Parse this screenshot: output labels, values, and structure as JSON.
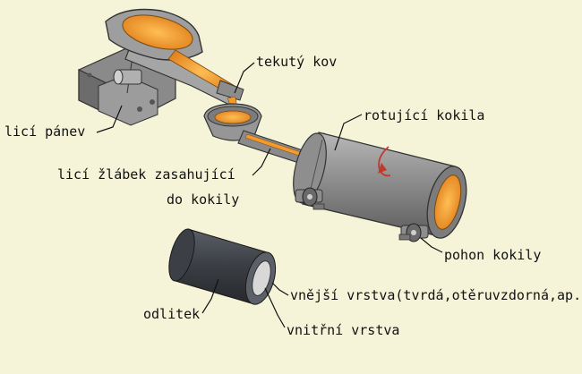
{
  "labels": {
    "molten_metal": "tekutý kov",
    "ladle": "licí pánev",
    "trough_line1": "licí žlábek zasahující",
    "trough_line2": "do kokily",
    "rotating_mold": "rotující kokila",
    "mold_drive": "pohon kokily",
    "casting": "odlitek",
    "outer_layer": "vnější vrstva(tvrdá,otěruvzdorná,ap.)",
    "inner_layer": "vnitřní vrstva"
  },
  "colors": {
    "background": "#f6f4d8",
    "metal_gray": "#9a9a9a",
    "metal_dark": "#6e6e6e",
    "molten": "#f29a2e",
    "casting_dark": "#3a3d42",
    "rotation_arrow": "#c0392b"
  }
}
